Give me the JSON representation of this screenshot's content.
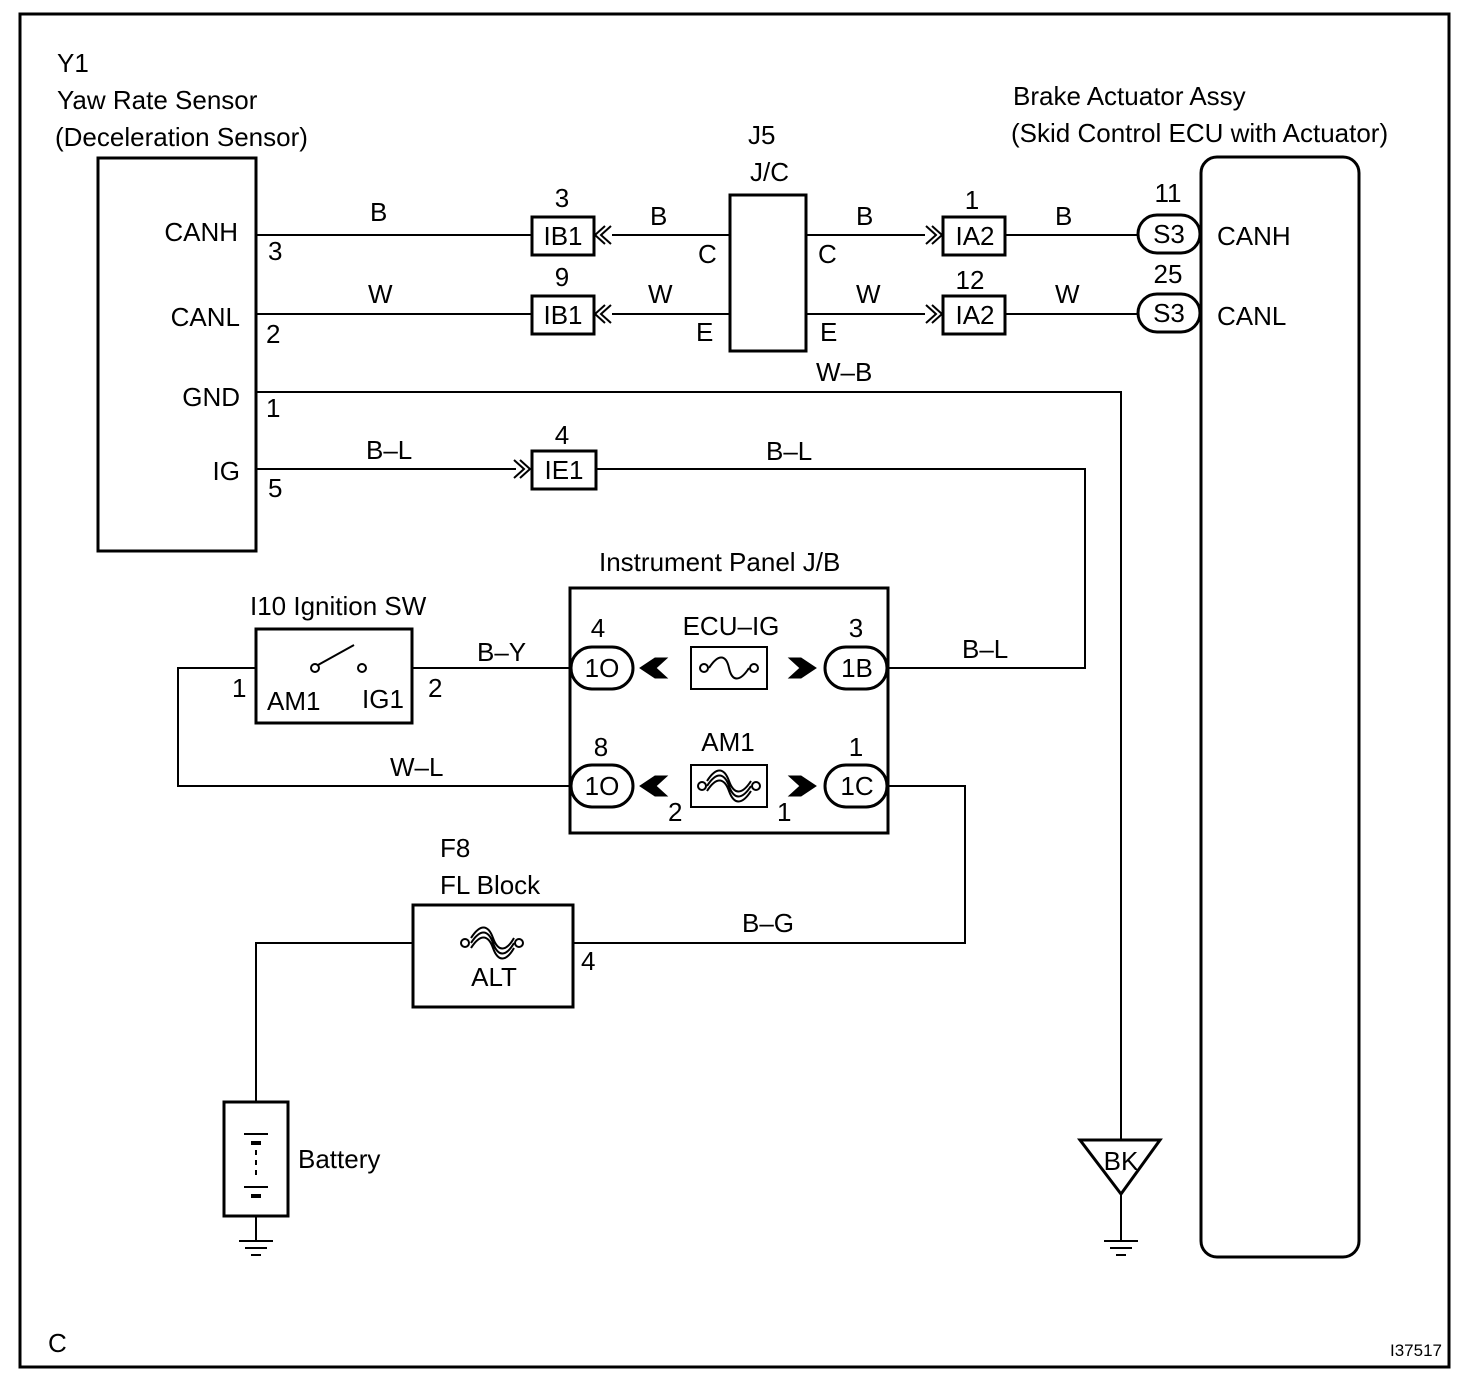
{
  "frame": {
    "corner_label": "C",
    "figure_id": "I37517"
  },
  "yaw_rate_sensor": {
    "code": "Y1",
    "title": "Yaw Rate Sensor",
    "subtitle": "(Deceleration Sensor)",
    "pins": [
      {
        "name": "CANH",
        "number": "3"
      },
      {
        "name": "CANL",
        "number": "2"
      },
      {
        "name": "GND",
        "number": "1"
      },
      {
        "name": "IG",
        "number": "5"
      }
    ]
  },
  "junction_connector": {
    "code": "J5",
    "type": "J/C",
    "pins": [
      "C",
      "C",
      "E",
      "E"
    ]
  },
  "brake_actuator": {
    "title": "Brake Actuator Assy",
    "subtitle": "(Skid Control ECU with Actuator)",
    "pins": [
      {
        "name": "CANH",
        "connector": "S3",
        "number": "11"
      },
      {
        "name": "CANL",
        "connector": "S3",
        "number": "25"
      }
    ]
  },
  "connectors": {
    "ib1_canh": {
      "code": "IB1",
      "pin": "3"
    },
    "ib1_canl": {
      "code": "IB1",
      "pin": "9"
    },
    "ia2_canh": {
      "code": "IA2",
      "pin": "1"
    },
    "ia2_canl": {
      "code": "IA2",
      "pin": "12"
    },
    "ie1": {
      "code": "IE1",
      "pin": "4"
    }
  },
  "wire_colors": {
    "canh_1": "B",
    "canh_2": "B",
    "canh_3": "B",
    "canh_4": "B",
    "canl_1": "W",
    "canl_2": "W",
    "canl_3": "W",
    "canl_4": "W",
    "gnd": "W–B",
    "ig_1": "B–L",
    "ig_2": "B–L",
    "ig_3": "B–L",
    "ign_to_jb": "B–Y",
    "am1_feed": "W–L",
    "fl_to_jb": "B–G"
  },
  "instrument_panel_jb": {
    "title": "Instrument Panel J/B",
    "ecu_ig": {
      "fuse": "ECU–IG",
      "left_connector": "1O",
      "left_pin": "4",
      "right_connector": "1B",
      "right_pin": "3"
    },
    "am1": {
      "fuse": "AM1",
      "left_connector": "1O",
      "left_pin": "8",
      "right_connector": "1C",
      "right_pin": "1",
      "left_terminal": "2",
      "right_terminal": "1"
    }
  },
  "ignition_switch": {
    "title": "I10 Ignition SW",
    "left_pin": "1",
    "right_pin": "2",
    "contact_left": "AM1",
    "contact_right": "IG1"
  },
  "fl_block": {
    "code": "F8",
    "title": "FL Block",
    "fuse": "ALT",
    "pin": "4"
  },
  "battery": {
    "label": "Battery"
  },
  "ground_point": {
    "code": "BK"
  }
}
